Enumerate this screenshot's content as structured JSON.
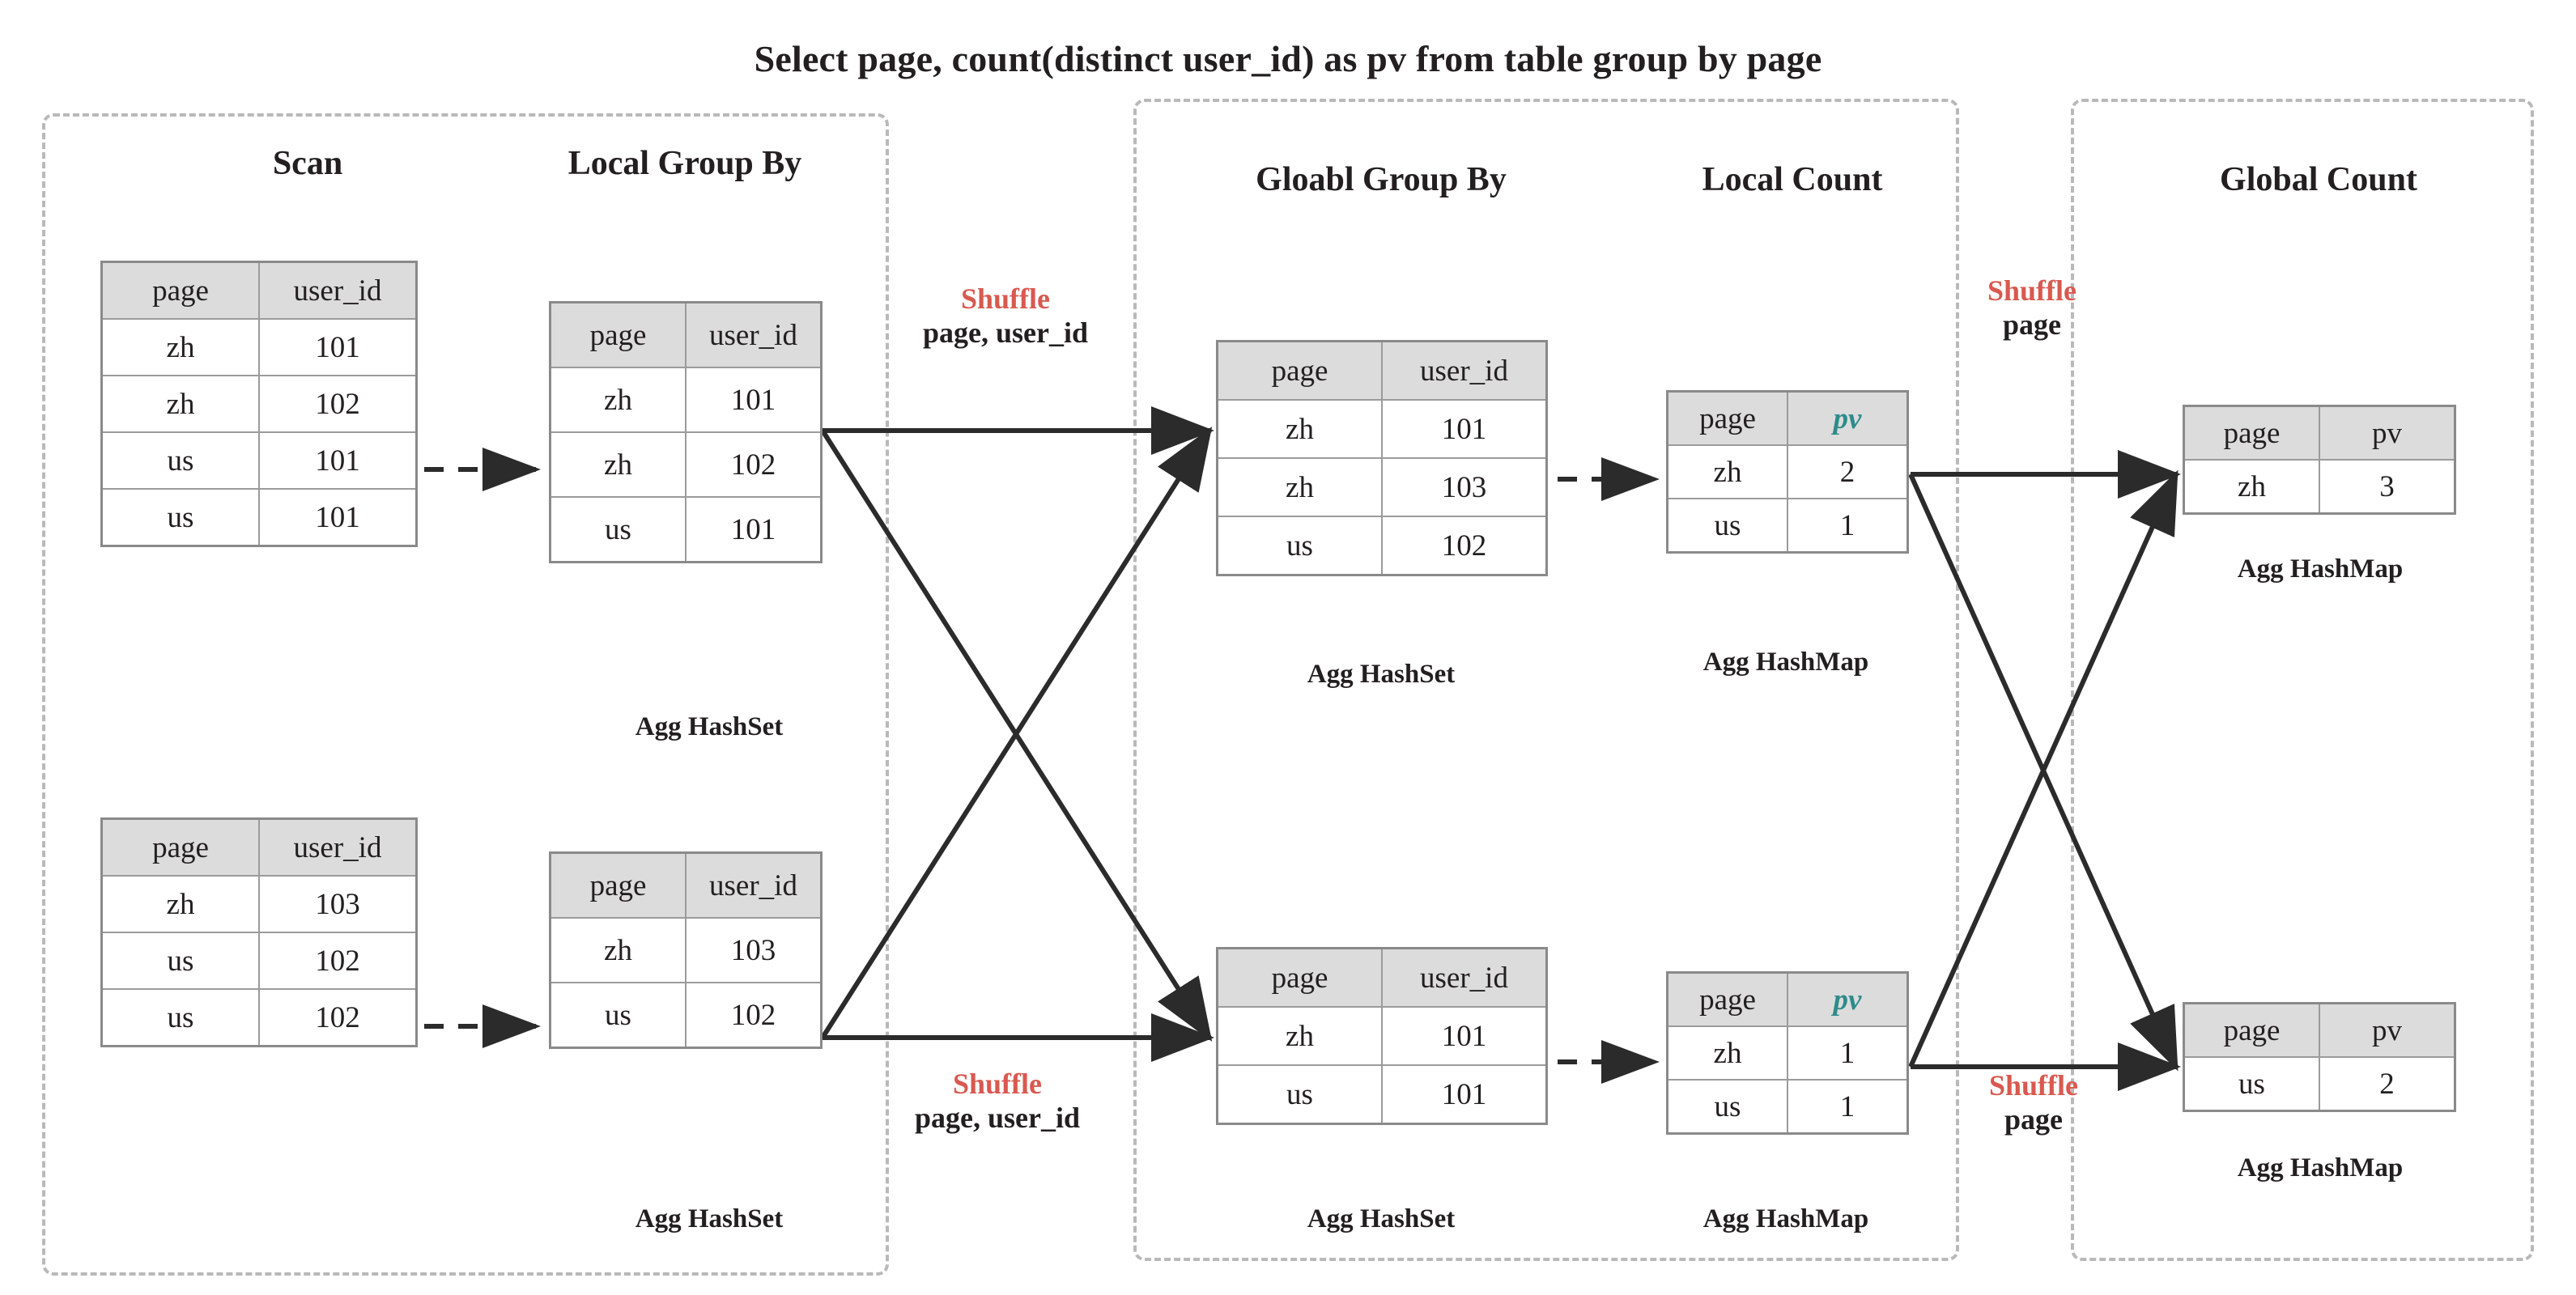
{
  "title": "Select page, count(distinct user_id) as pv from table group by page",
  "colors": {
    "shuffle_red": "#d9594f",
    "pv_teal": "#2e8b8b",
    "header_fill": "#dcdcdc",
    "panel_dash": "#b9b9b9",
    "text": "#231f20"
  },
  "stages": {
    "scan": "Scan",
    "local_group_by": "Local Group By",
    "global_group_by": "Gloabl Group By",
    "local_count": "Local Count",
    "global_count": "Global Count"
  },
  "captions": {
    "agg_hashset": "Agg HashSet",
    "agg_hashmap": "Agg HashMap"
  },
  "shuffles": {
    "top_left": {
      "title": "Shuffle",
      "keys": "page, user_id"
    },
    "bottom_left": {
      "title": "Shuffle",
      "keys": "page, user_id"
    },
    "top_right": {
      "title": "Shuffle",
      "keys": "page"
    },
    "bottom_right": {
      "title": "Shuffle",
      "keys": "page"
    }
  },
  "headers": {
    "page_userid": [
      "page",
      "user_id"
    ],
    "page_pv": [
      "page",
      "pv"
    ]
  },
  "tables": {
    "scan1": {
      "headers": [
        "page",
        "user_id"
      ],
      "rows": [
        [
          "zh",
          "101"
        ],
        [
          "zh",
          "102"
        ],
        [
          "us",
          "101"
        ],
        [
          "us",
          "101"
        ]
      ]
    },
    "scan2": {
      "headers": [
        "page",
        "user_id"
      ],
      "rows": [
        [
          "zh",
          "103"
        ],
        [
          "us",
          "102"
        ],
        [
          "us",
          "102"
        ]
      ]
    },
    "lgb1": {
      "headers": [
        "page",
        "user_id"
      ],
      "rows": [
        [
          "zh",
          "101"
        ],
        [
          "zh",
          "102"
        ],
        [
          "us",
          "101"
        ]
      ],
      "caption": "Agg HashSet"
    },
    "lgb2": {
      "headers": [
        "page",
        "user_id"
      ],
      "rows": [
        [
          "zh",
          "103"
        ],
        [
          "us",
          "102"
        ]
      ],
      "caption": "Agg HashSet"
    },
    "ggb1": {
      "headers": [
        "page",
        "user_id"
      ],
      "rows": [
        [
          "zh",
          "101"
        ],
        [
          "zh",
          "103"
        ],
        [
          "us",
          "102"
        ]
      ],
      "caption": "Agg HashSet"
    },
    "ggb2": {
      "headers": [
        "page",
        "user_id"
      ],
      "rows": [
        [
          "zh",
          "101"
        ],
        [
          "us",
          "101"
        ]
      ],
      "caption": "Agg HashSet"
    },
    "lc1": {
      "headers": [
        "page",
        "pv"
      ],
      "rows": [
        [
          "zh",
          "2"
        ],
        [
          "us",
          "1"
        ]
      ],
      "caption": "Agg HashMap"
    },
    "lc2": {
      "headers": [
        "page",
        "pv"
      ],
      "rows": [
        [
          "zh",
          "1"
        ],
        [
          "us",
          "1"
        ]
      ],
      "caption": "Agg HashMap"
    },
    "gc1": {
      "headers": [
        "page",
        "pv"
      ],
      "rows": [
        [
          "zh",
          "3"
        ]
      ],
      "caption": "Agg HashMap"
    },
    "gc2": {
      "headers": [
        "page",
        "pv"
      ],
      "rows": [
        [
          "us",
          "2"
        ]
      ],
      "caption": "Agg HashMap"
    }
  }
}
